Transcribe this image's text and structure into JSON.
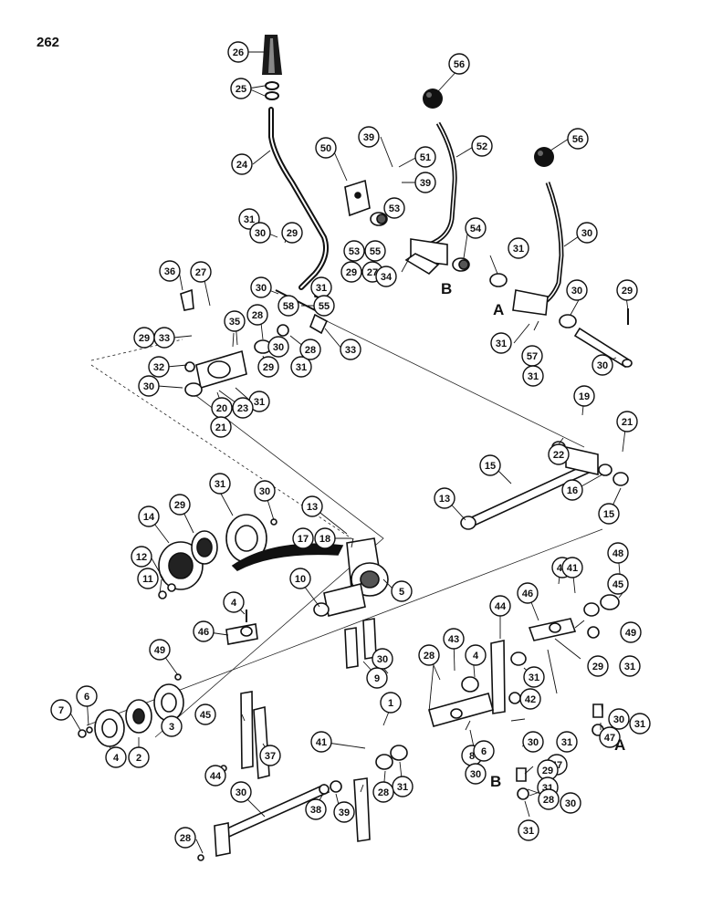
{
  "page": {
    "number": "262"
  },
  "letters": {
    "a1": "A",
    "b1": "B",
    "a2": "A",
    "b2": "B"
  },
  "callouts": [
    "26",
    "25",
    "56",
    "56",
    "24",
    "39",
    "51",
    "52",
    "50",
    "39",
    "53",
    "31",
    "30",
    "29",
    "53",
    "55",
    "54",
    "31",
    "30",
    "29",
    "27",
    "34",
    "36",
    "27",
    "30",
    "31",
    "58",
    "55",
    "29",
    "30",
    "31",
    "57",
    "31",
    "30",
    "29",
    "33",
    "35",
    "28",
    "30",
    "31",
    "28",
    "33",
    "32",
    "29",
    "30",
    "31",
    "20",
    "23",
    "21",
    "19",
    "21",
    "22",
    "15",
    "16",
    "15",
    "14",
    "29",
    "31",
    "30",
    "13",
    "17",
    "18",
    "13",
    "12",
    "11",
    "10",
    "5",
    "4",
    "46",
    "49",
    "42",
    "41",
    "48",
    "45",
    "46",
    "44",
    "28",
    "4",
    "43",
    "49",
    "30",
    "31",
    "1",
    "42",
    "29",
    "31",
    "9",
    "8",
    "6",
    "7",
    "6",
    "4",
    "2",
    "3",
    "45",
    "37",
    "44",
    "41",
    "30",
    "31",
    "28",
    "30",
    "31",
    "47",
    "30",
    "31",
    "29",
    "30",
    "31",
    "47",
    "28",
    "30",
    "31",
    "28",
    "38",
    "39",
    "40"
  ]
}
